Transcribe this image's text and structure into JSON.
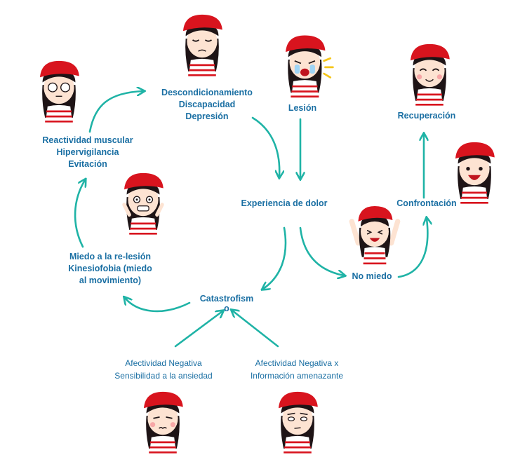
{
  "nodes": {
    "descond": {
      "lines": [
        "Descondicionamiento",
        "Discapacidad",
        "Depresión"
      ]
    },
    "lesion": {
      "lines": [
        "Lesión"
      ]
    },
    "recuperacion": {
      "lines": [
        "Recuperación"
      ]
    },
    "reactividad": {
      "lines": [
        "Reactividad muscular",
        "Hipervigilancia",
        "Evitación"
      ]
    },
    "experiencia": {
      "lines": [
        "Experiencia de dolor"
      ]
    },
    "confrontacion": {
      "lines": [
        "Confrontación"
      ]
    },
    "miedo": {
      "lines": [
        "Miedo a la re-lesión",
        "Kinesiofobia (miedo",
        "al movimiento)"
      ]
    },
    "nomiedo": {
      "lines": [
        "No miedo"
      ]
    },
    "catastrofismo": {
      "lines": [
        "Catastrofism",
        "o"
      ]
    },
    "afect1": {
      "lines": [
        "Afectividad Negativa",
        "Sensibilidad a la ansiedad"
      ]
    },
    "afect2": {
      "lines": [
        "Afectividad Negativa x",
        "Información amenazante"
      ]
    }
  },
  "colors": {
    "arrow": "#1fb3a6",
    "label": "#1a6fa3",
    "hat": "#d8141e",
    "hair": "#1e1416",
    "skin": "#fde3d2",
    "stripe": "#d8141e"
  },
  "avatars": [
    {
      "name": "reactividad",
      "emotion": "neutral-wide-eyes"
    },
    {
      "name": "descond",
      "emotion": "sad"
    },
    {
      "name": "lesion",
      "emotion": "crying"
    },
    {
      "name": "recuperacion",
      "emotion": "happy"
    },
    {
      "name": "confrontacion",
      "emotion": "laughing"
    },
    {
      "name": "miedo",
      "emotion": "scared"
    },
    {
      "name": "nomiedo",
      "emotion": "joyful-hands-up"
    },
    {
      "name": "afect1",
      "emotion": "worried"
    },
    {
      "name": "afect2",
      "emotion": "skeptical"
    }
  ]
}
